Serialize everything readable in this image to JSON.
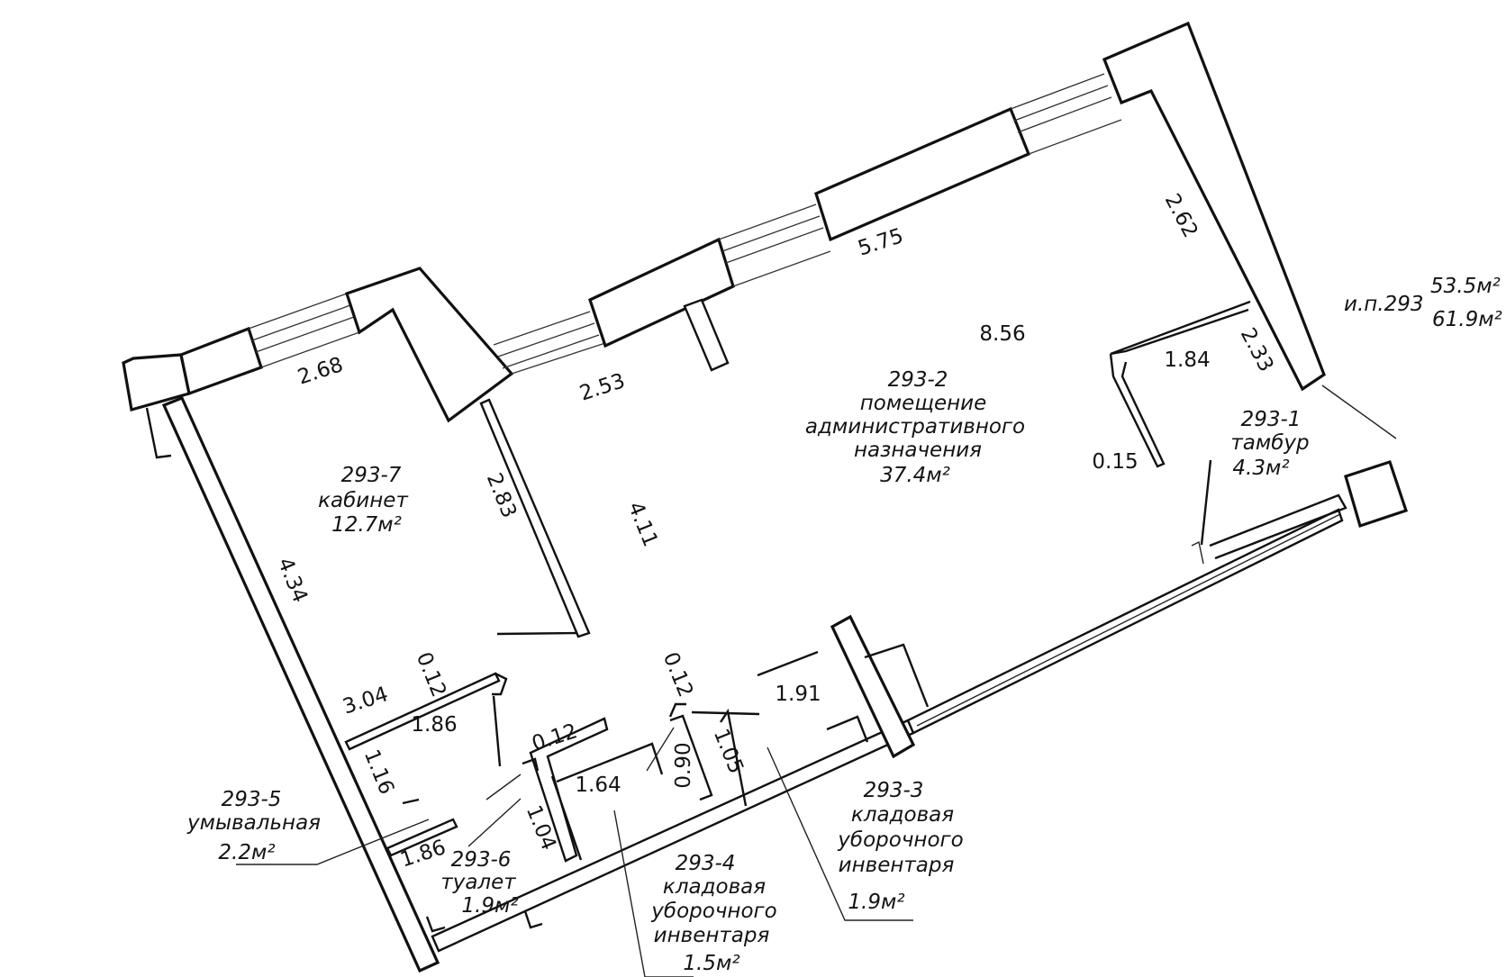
{
  "unit_summary": {
    "label": "и.п.293",
    "area_living": "53.5м²",
    "area_total": "61.9м²"
  },
  "rooms": [
    {
      "id": "293-1",
      "name": "тамбур",
      "name_lines": [
        "тамбур"
      ],
      "area": "4.3м²"
    },
    {
      "id": "293-2",
      "name": "помещение административного назначения",
      "name_lines": [
        "помещение",
        "административного",
        "назначения"
      ],
      "area": "37.4м²"
    },
    {
      "id": "293-3",
      "name": "кладовая уборочного инвентаря",
      "name_lines": [
        "кладовая",
        "уборочного",
        "инвентаря"
      ],
      "area": "1.9м²"
    },
    {
      "id": "293-4",
      "name": "кладовая уборочного инвентаря",
      "name_lines": [
        "кладовая",
        "уборочного",
        "инвентаря"
      ],
      "area": "1.5м²"
    },
    {
      "id": "293-5",
      "name": "умывальная",
      "name_lines": [
        "умывальная"
      ],
      "area": "2.2м²"
    },
    {
      "id": "293-6",
      "name": "туалет",
      "name_lines": [
        "туалет"
      ],
      "area": "1.9м²"
    },
    {
      "id": "293-7",
      "name": "кабинет",
      "name_lines": [
        "кабинет"
      ],
      "area": "12.7м²"
    }
  ],
  "dimensions": {
    "d_575": "5.75",
    "d_262": "2.62",
    "d_856": "8.56",
    "d_184": "1.84",
    "d_233": "2.33",
    "d_015": "0.15",
    "d_268": "2.68",
    "d_253": "2.53",
    "d_283": "2.83",
    "d_411": "4.11",
    "d_434": "4.34",
    "d_304": "3.04",
    "d_012a": "0.12",
    "d_186a": "1.86",
    "d_012b": "0.12",
    "d_191": "1.91",
    "d_012c": "0.12",
    "d_164": "1.64",
    "d_090": "0.90",
    "d_105": "1.05",
    "d_116": "1.16",
    "d_104": "1.04",
    "d_186b": "1.86"
  }
}
